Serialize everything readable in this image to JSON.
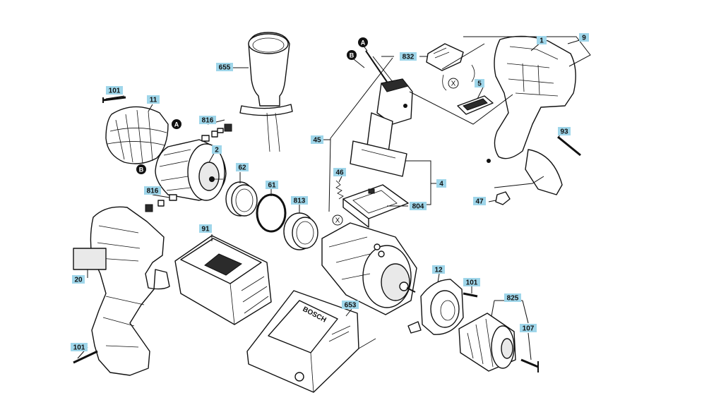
{
  "callouts": {
    "p1": "1",
    "p9": "9",
    "p655": "655",
    "p832": "832",
    "p5": "5",
    "p101a": "101",
    "p11": "11",
    "p816a": "816",
    "p2": "2",
    "p93": "93",
    "p45": "45",
    "p62": "62",
    "p61": "61",
    "p46": "46",
    "p4": "4",
    "p816b": "816",
    "p813": "813",
    "p804": "804",
    "p47": "47",
    "p91": "91",
    "p20": "20",
    "p12": "12",
    "p101b": "101",
    "p825": "825",
    "p653": "653",
    "p107": "107",
    "p101c": "101"
  },
  "markers": {
    "a": "A",
    "b": "B",
    "x": "X"
  },
  "charger_brand": "BOSCH",
  "colors": {
    "callout_fill": "#9fd6ea",
    "line": "#111111"
  }
}
